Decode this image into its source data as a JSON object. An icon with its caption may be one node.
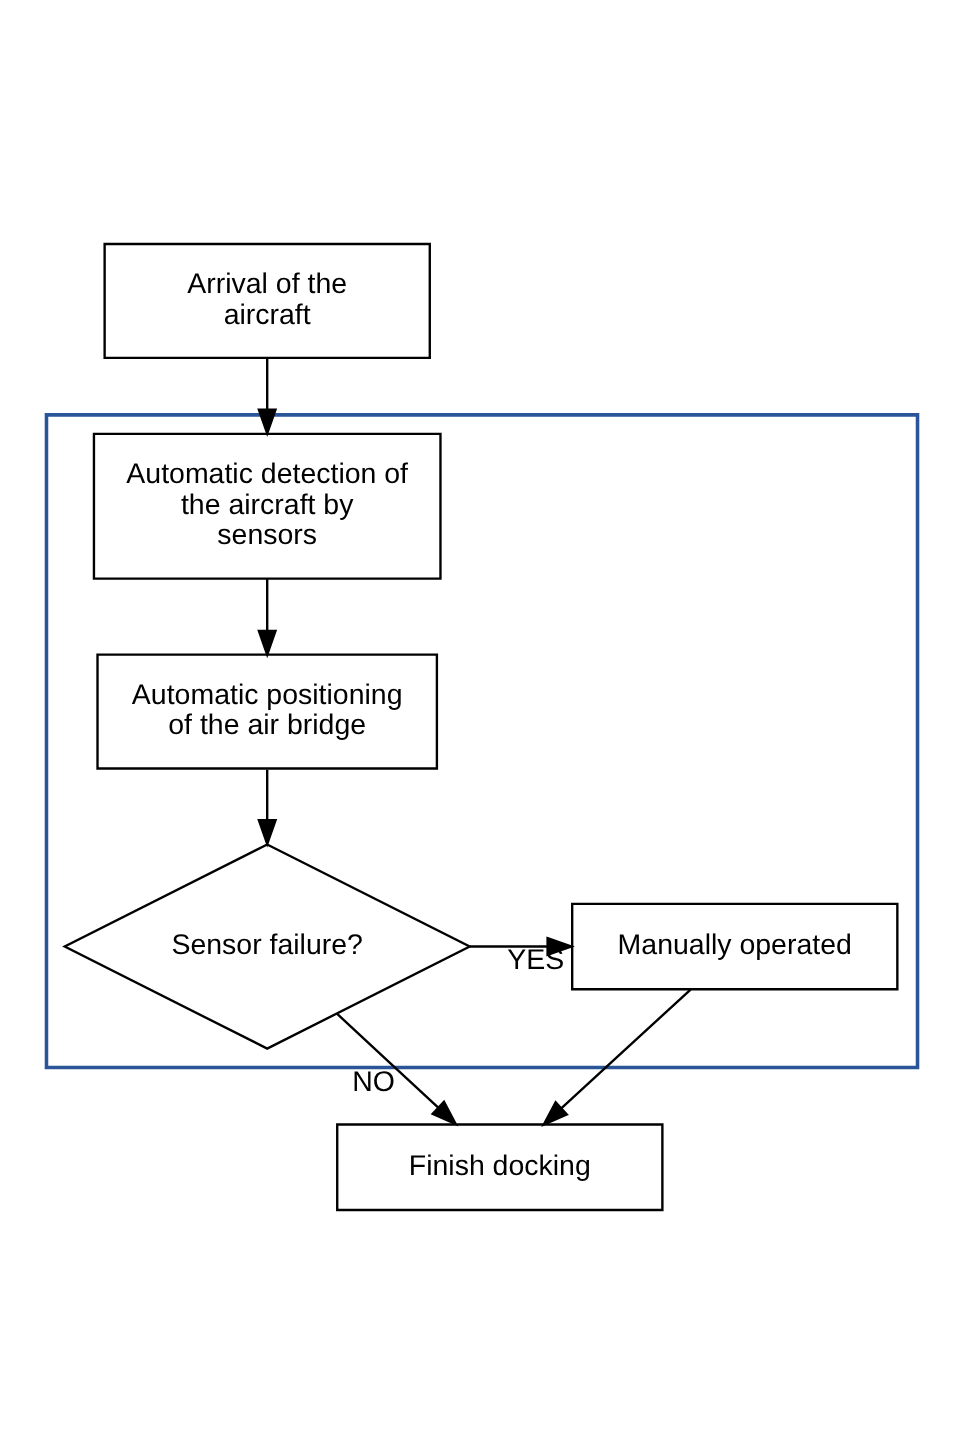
{
  "diagram": {
    "nodes": [
      {
        "text": [
          "Arrival of the aircraft"
        ]
      },
      {
        "text": [],
        "shape": "box"
      },
      {
        "text": [
          "Automatic detection of the aircraft by sensors"
        ],
        "in": 1
      },
      {
        "text": [
          "Automatic positioning of the air bridge"
        ],
        "in": 1
      },
      {
        "text": [
          "Sensor failure?"
        ],
        "in": 1
      },
      {
        "text": [
          "Manually operated"
        ],
        "in": 1
      },
      {
        "text": [
          "Finish docking"
        ]
      }
    ],
    "edges": [
      {
        "from": 0,
        "to": 2,
        "arrow": "to"
      },
      {
        "from": 2,
        "to": 3,
        "arrow": "to"
      },
      {
        "from": 3,
        "to": 4,
        "arrow": "to"
      },
      {
        "from": 4,
        "to": 5,
        "arrow": "to",
        "label": "YES"
      },
      {
        "from": 4,
        "to": 6,
        "arrow": "to",
        "label": "NO"
      },
      {
        "from": 5,
        "to": 6,
        "arrow": "to"
      }
    ]
  }
}
